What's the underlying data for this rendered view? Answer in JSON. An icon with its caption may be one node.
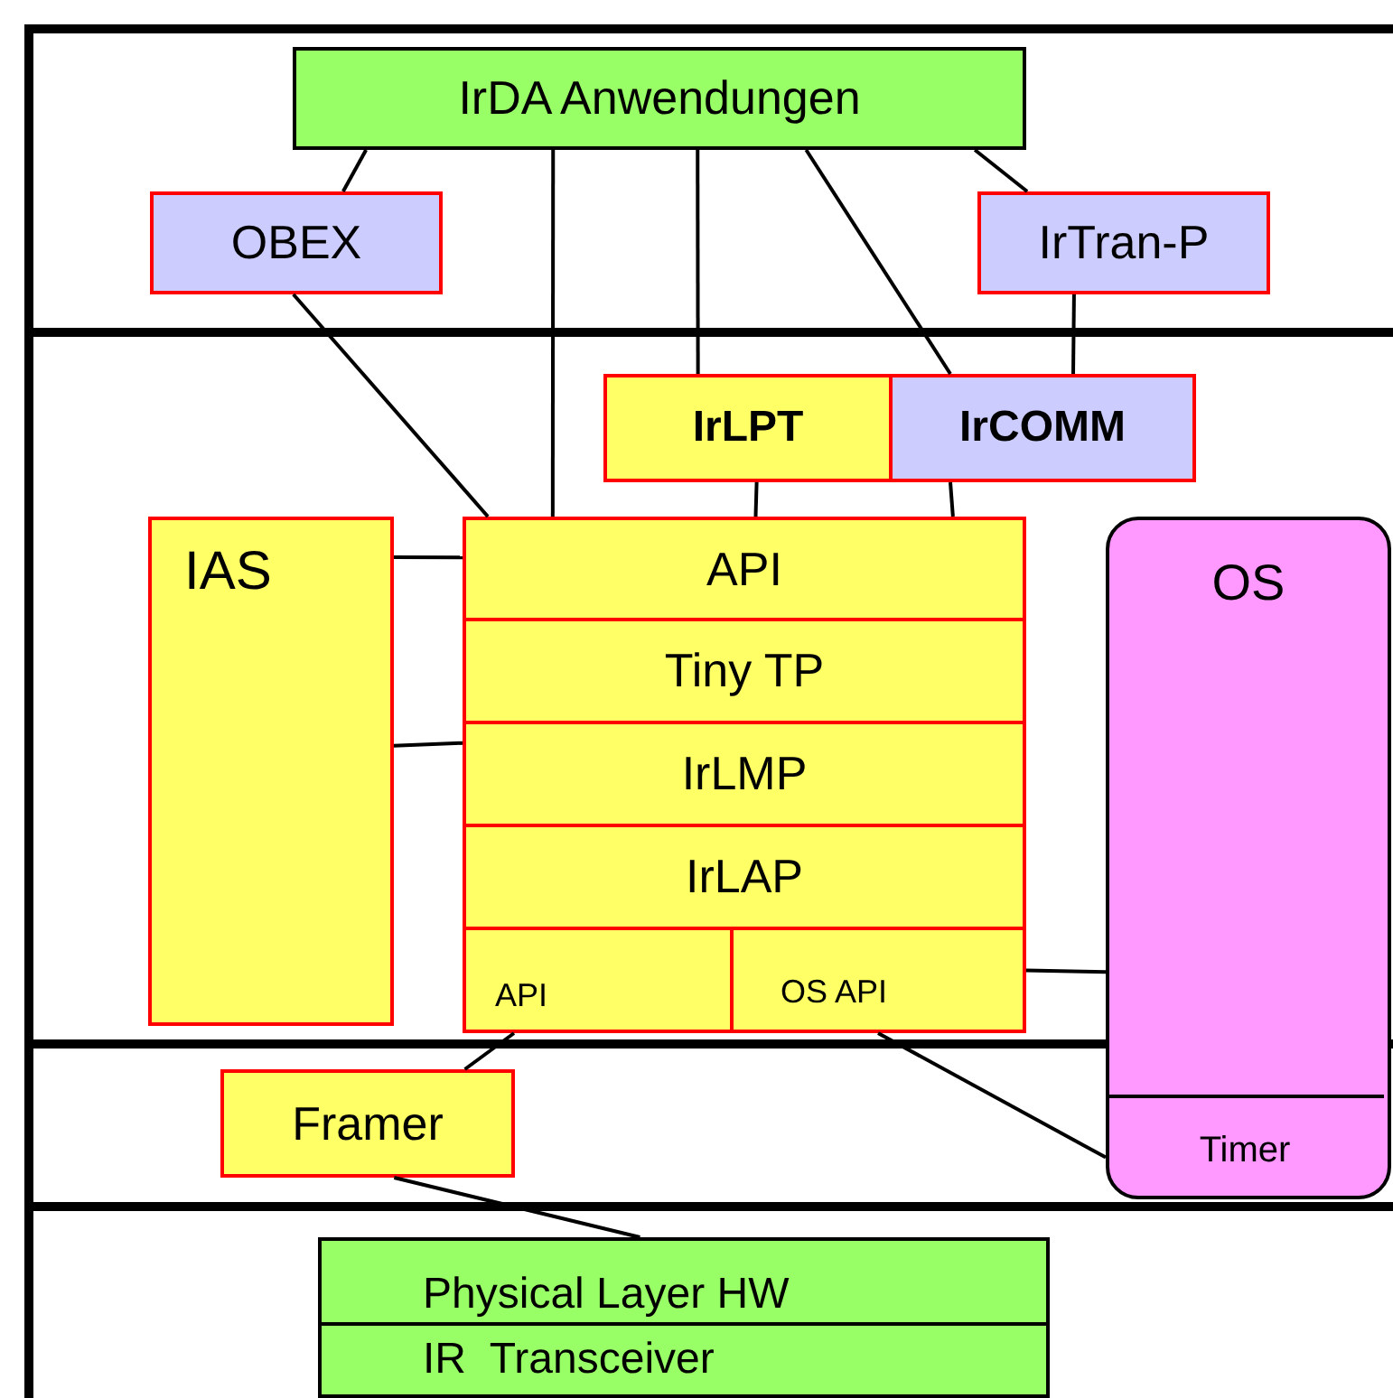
{
  "diagram": {
    "nodes": [
      {
        "text": [
          "IrDA Anwendungen"
        ]
      },
      {
        "text": [
          "OBEX"
        ]
      },
      {
        "text": [
          "IrTran-P"
        ]
      },
      {
        "text": [
          "IrLPT"
        ]
      },
      {
        "text": [
          "IrCOMM"
        ]
      },
      {
        "text": [
          "IAS"
        ]
      },
      {
        "text": [
          "API"
        ]
      },
      {
        "text": [
          "Tiny TP"
        ]
      },
      {
        "text": [
          "IrLMP"
        ]
      },
      {
        "text": [
          "IrLAP"
        ]
      },
      {
        "text": [
          "API"
        ]
      },
      {
        "text": [
          "OS API"
        ]
      },
      {
        "text": [
          "OS"
        ]
      },
      {
        "text": [
          "Timer"
        ],
        "in": 12
      },
      {
        "text": [
          "Framer"
        ]
      },
      {
        "text": [
          "Physical Layer HW"
        ]
      },
      {
        "text": [
          "IR  Transceiver"
        ]
      }
    ],
    "edges": [
      {
        "from": 0,
        "to": 1,
        "arrow": "none"
      },
      {
        "from": 0,
        "to": 6,
        "arrow": "none"
      },
      {
        "from": 0,
        "to": 3,
        "arrow": "none"
      },
      {
        "from": 0,
        "to": 4,
        "arrow": "none"
      },
      {
        "from": 0,
        "to": 2,
        "arrow": "none"
      },
      {
        "from": 1,
        "to": 6,
        "arrow": "none"
      },
      {
        "from": 2,
        "to": 4,
        "arrow": "none"
      },
      {
        "from": 3,
        "to": 6,
        "arrow": "none"
      },
      {
        "from": 4,
        "to": 6,
        "arrow": "none"
      },
      {
        "from": 5,
        "to": 6,
        "arrow": "none"
      },
      {
        "from": 5,
        "to": 8,
        "arrow": "none"
      },
      {
        "from": 11,
        "to": 12,
        "arrow": "none"
      },
      {
        "from": 10,
        "to": 14,
        "arrow": "none"
      },
      {
        "from": 11,
        "to": 13,
        "arrow": "none"
      },
      {
        "from": 14,
        "to": 15,
        "arrow": "none"
      }
    ]
  }
}
